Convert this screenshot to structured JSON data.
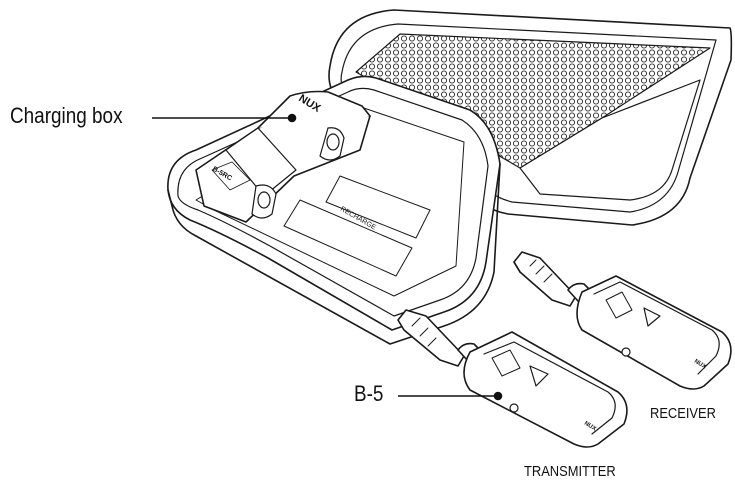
{
  "labels": {
    "charging_box": "Charging box",
    "b5": "B-5",
    "receiver": "RECEIVER",
    "transmitter": "TRANSMITTER"
  },
  "brand": {
    "logo_text": "NUX",
    "box_model": "B-5RC",
    "recharge_text": "RECHARGE"
  },
  "colors": {
    "line": "#1a1a1a",
    "fill": "#ffffff",
    "mesh": "#2a2a2a"
  }
}
